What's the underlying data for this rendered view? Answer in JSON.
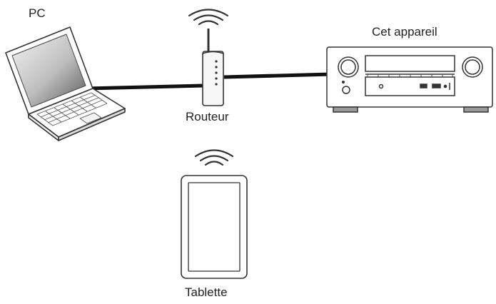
{
  "labels": {
    "pc": "PC",
    "appareil": "Cet appareil",
    "routeur": "Routeur",
    "tablette": "Tablette"
  },
  "icons": [
    "laptop-icon",
    "router-icon",
    "wifi-icon",
    "av-receiver-icon",
    "tablet-icon"
  ],
  "colors": {
    "stroke": "#333333",
    "cable": "#111111",
    "background": "#ffffff"
  }
}
